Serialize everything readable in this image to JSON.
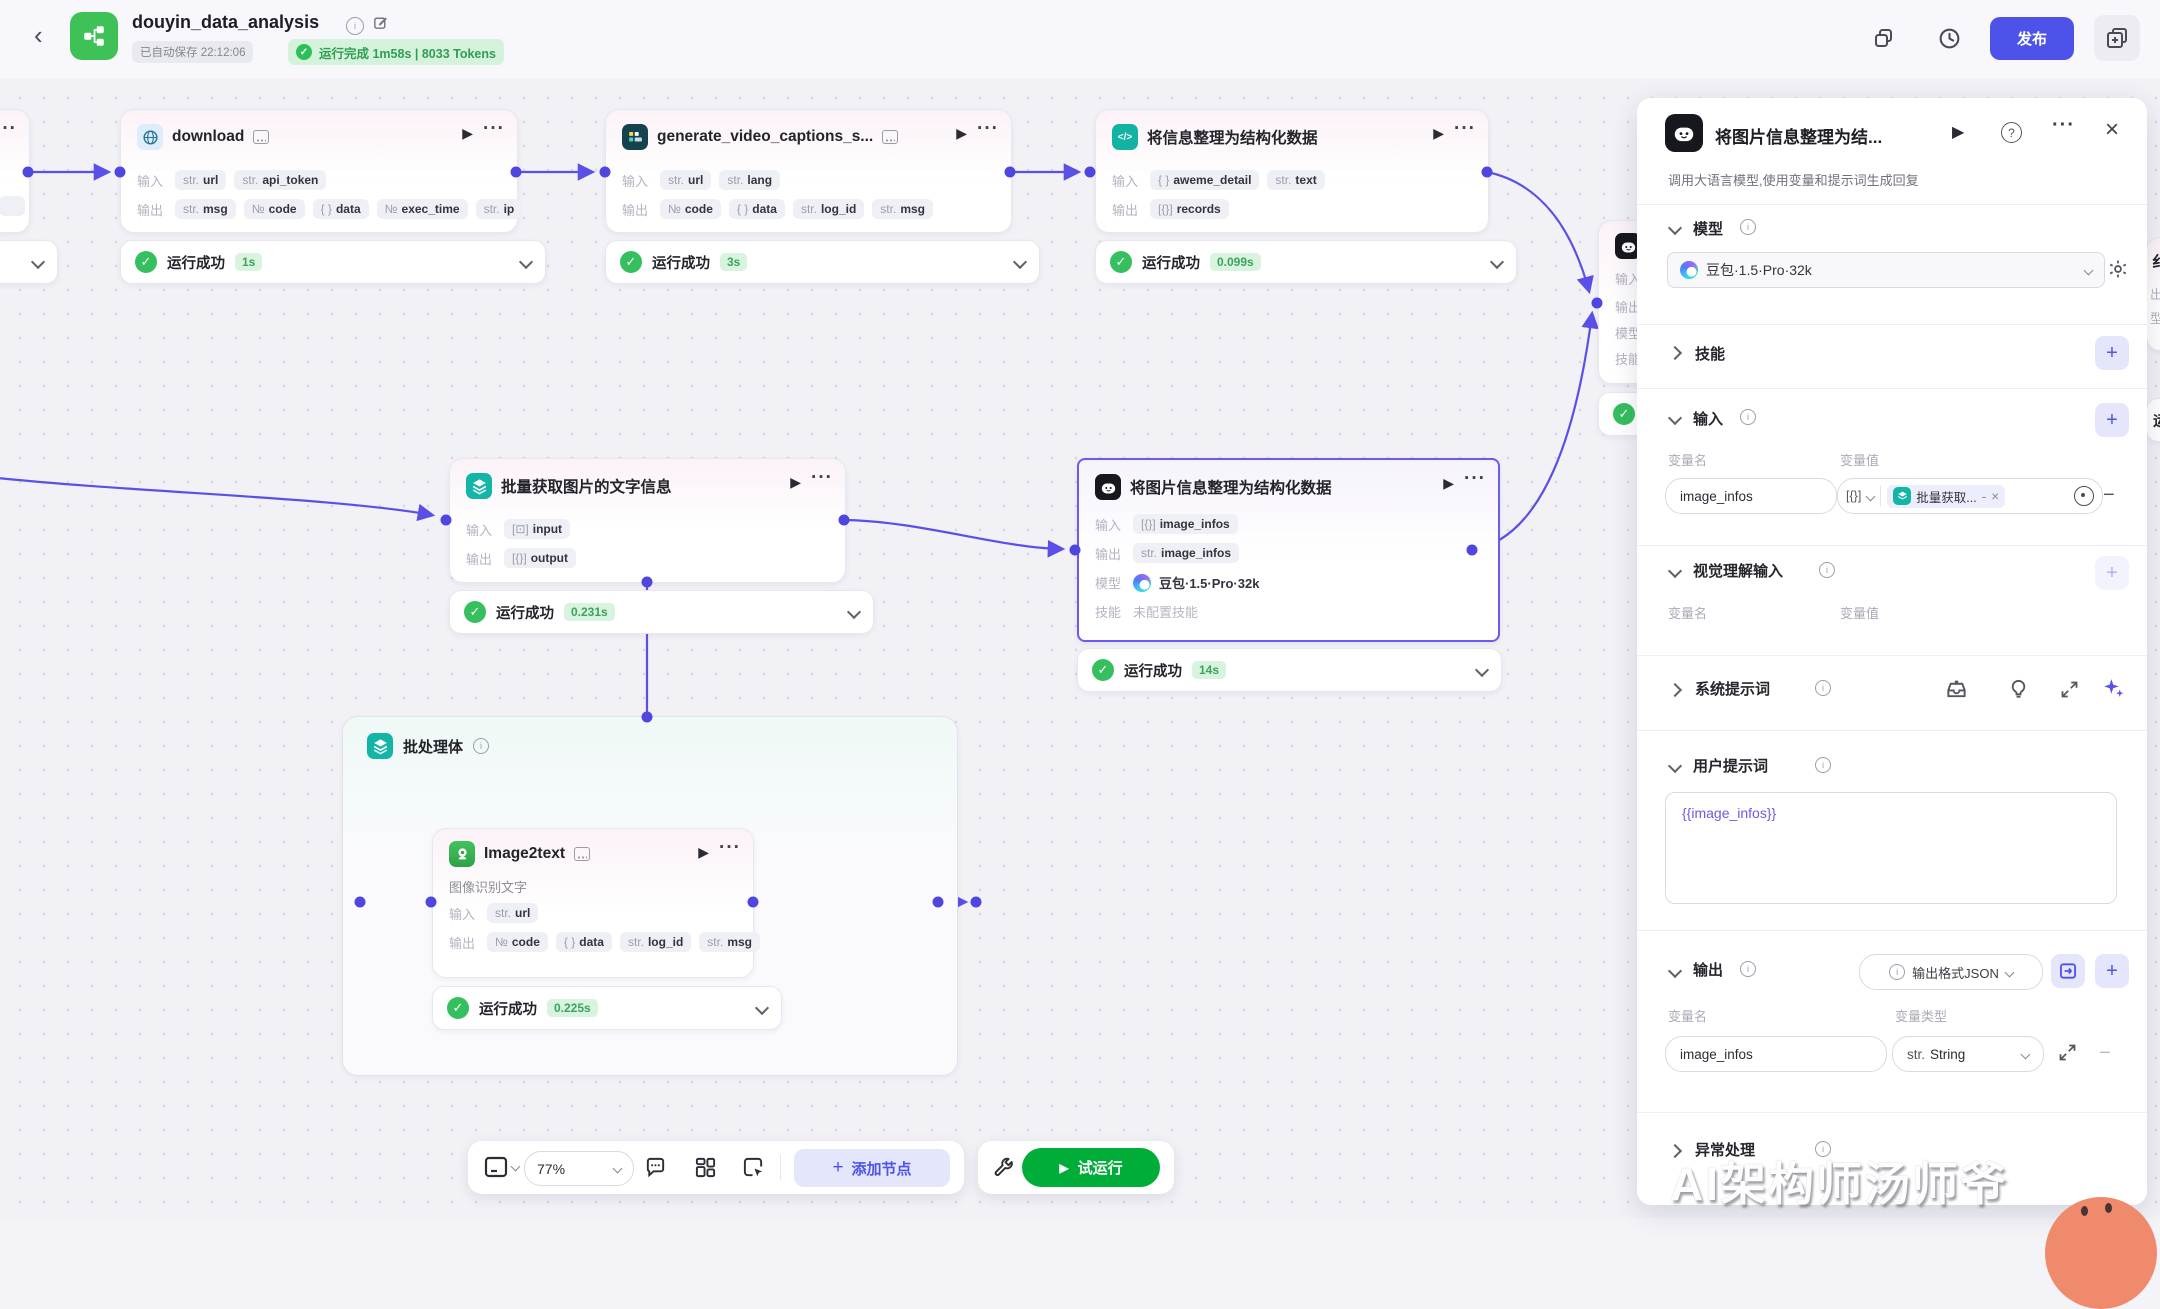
{
  "labels": {
    "in": "输入",
    "out": "输出",
    "model": "模型",
    "skill": "技能",
    "success": "运行成功",
    "name_col": "变量名",
    "value_col": "变量值",
    "type_col": "变量类型"
  },
  "header": {
    "title": "douyin_data_analysis",
    "autosave": "已自动保存 22:12:06",
    "run_badge": "运行完成 1m58s | 8033 Tokens",
    "publish": "发布"
  },
  "nodes": {
    "n1": {
      "title": "download",
      "time": "1s",
      "inp": [
        {
          "t": "str.",
          "n": "url"
        },
        {
          "t": "str.",
          "n": "api_token"
        }
      ],
      "out": [
        {
          "t": "str.",
          "n": "msg"
        },
        {
          "t": "№",
          "n": "code"
        },
        {
          "t": "{ }",
          "n": "data"
        },
        {
          "t": "№",
          "n": "exec_time"
        },
        {
          "t": "str.",
          "n": "ip"
        }
      ]
    },
    "n2": {
      "title": "generate_video_captions_s...",
      "time": "3s",
      "inp": [
        {
          "t": "str.",
          "n": "url"
        },
        {
          "t": "str.",
          "n": "lang"
        }
      ],
      "out": [
        {
          "t": "№",
          "n": "code"
        },
        {
          "t": "{ }",
          "n": "data"
        },
        {
          "t": "str.",
          "n": "log_id"
        },
        {
          "t": "str.",
          "n": "msg"
        }
      ]
    },
    "n3": {
      "title": "将信息整理为结构化数据",
      "time": "0.099s",
      "inp": [
        {
          "t": "{ }",
          "n": "aweme_detail"
        },
        {
          "t": "str.",
          "n": "text"
        }
      ],
      "out": [
        {
          "t": "[{}]",
          "n": "records"
        }
      ]
    },
    "n4": {
      "title": "批量获取图片的文字信息",
      "time": "0.231s",
      "inp": [
        {
          "t": "[⊡]",
          "n": "input"
        }
      ],
      "out": [
        {
          "t": "[{}]",
          "n": "output"
        }
      ]
    },
    "n5": {
      "title": "将图片信息整理为结构化数据",
      "time": "14s",
      "inp": [
        {
          "t": "[{}]",
          "n": "image_infos"
        }
      ],
      "out": [
        {
          "t": "str.",
          "n": "image_infos"
        }
      ],
      "model": "豆包·1.5·Pro·32k",
      "skill": "未配置技能"
    },
    "batch": {
      "title": "批处理体"
    },
    "i2t": {
      "title": "Image2text",
      "desc": "图像识别文字",
      "time": "0.225s",
      "inp": [
        {
          "t": "str.",
          "n": "url"
        }
      ],
      "out": [
        {
          "t": "№",
          "n": "code"
        },
        {
          "t": "{ }",
          "n": "data"
        },
        {
          "t": "str.",
          "n": "log_id"
        },
        {
          "t": "str.",
          "n": "msg"
        }
      ]
    },
    "sliver": {
      "title_frag": "纟",
      "out_frag": "出",
      "model_frag": "型",
      "status_frag": "运"
    }
  },
  "panel": {
    "title": "将图片信息整理为结...",
    "subtitle": "调用大语言模型,使用变量和提示词生成回复",
    "model_value": "豆包·1.5·Pro·32k",
    "input_row": {
      "name": "image_infos",
      "type": "[{}]",
      "ref": "批量获取...",
      "dash": "-",
      "close": "×"
    },
    "user_value": "{{image_infos}}",
    "output_format": "输出格式JSON",
    "output_row": {
      "name": "image_infos",
      "type_t": "str.",
      "type_n": "String"
    },
    "sections": {
      "model": "模型",
      "skills": "技能",
      "input": "输入",
      "vision": "视觉理解输入",
      "system": "系统提示词",
      "user": "用户提示词",
      "output": "输出",
      "error": "异常处理"
    }
  },
  "toolbar": {
    "zoom": "77%",
    "add_node": "添加节点",
    "run": "试运行"
  },
  "watermark": "AI架构师汤师爷"
}
